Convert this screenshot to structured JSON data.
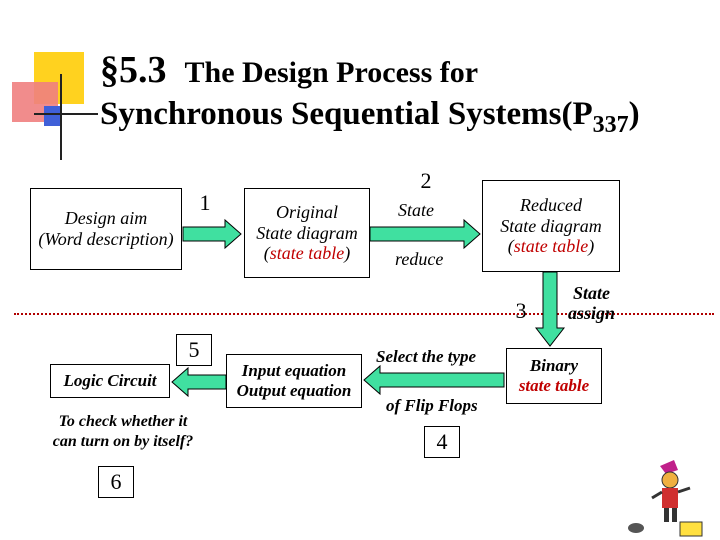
{
  "title": {
    "section": "§5.3",
    "line1": "The Design Process for",
    "line2": "Synchronous Sequential Systems(P",
    "line2_sub": "337",
    "line2_end": ")"
  },
  "boxes": {
    "design_aim": [
      "Design aim",
      "(Word description)"
    ],
    "original": {
      "line1": "Original",
      "line2": "State diagram",
      "line3_open": "(",
      "line3_red": "state table",
      "line3_close": ")"
    },
    "reduced": {
      "line1": "Reduced",
      "line2": "State diagram",
      "line3_open": "(",
      "line3_red": "state table",
      "line3_close": ")"
    },
    "binary": {
      "line1": "Binary",
      "line2_red": "state table"
    },
    "equations": [
      "Input equation",
      "Output equation"
    ],
    "logic": "Logic Circuit"
  },
  "labels": {
    "state": "State",
    "reduce": "reduce",
    "state_assign_1": "State",
    "state_assign_2": "assign",
    "select_type": "Select the type",
    "flip_flops": "of Flip Flops",
    "check_1": "To check whether it",
    "check_2": "can turn on by itself?"
  },
  "steps": [
    "1",
    "2",
    "3",
    "4",
    "5",
    "6"
  ],
  "colors": {
    "arrow_fill": "#40e0a0",
    "emphasis": "#c00000",
    "separator": "#b00000"
  }
}
